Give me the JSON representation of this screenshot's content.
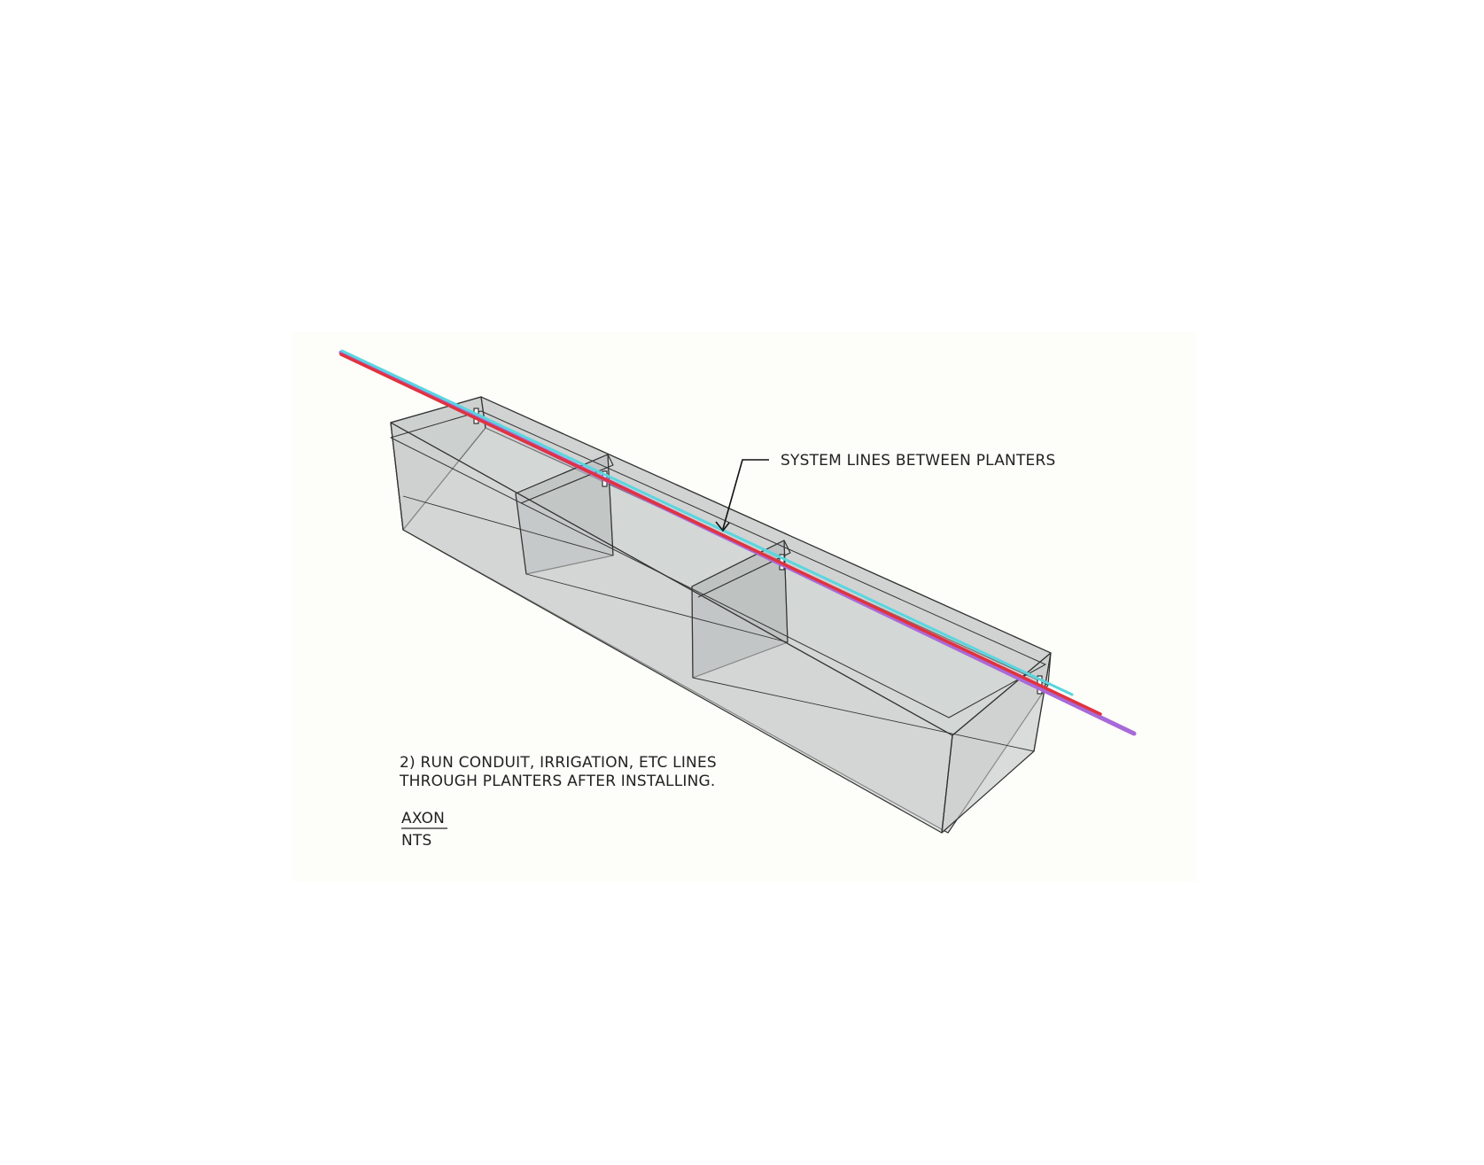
{
  "callout": {
    "text": "SYSTEM LINES BETWEEN PLANTERS"
  },
  "note": {
    "line1": "2) RUN CONDUIT, IRRIGATION, ETC LINES",
    "line2": "THROUGH PLANTERS AFTER INSTALLING."
  },
  "view_title": {
    "title": "AXON",
    "scale": "NTS"
  },
  "colors": {
    "panel_bg": "#fdfdf9",
    "planter_side": "#c9cccc",
    "planter_interior": "#aeb3b3",
    "planter_edge": "#333333",
    "line_cyan": "#59d6df",
    "line_red": "#e0333f",
    "line_purple": "#a86ad8"
  }
}
